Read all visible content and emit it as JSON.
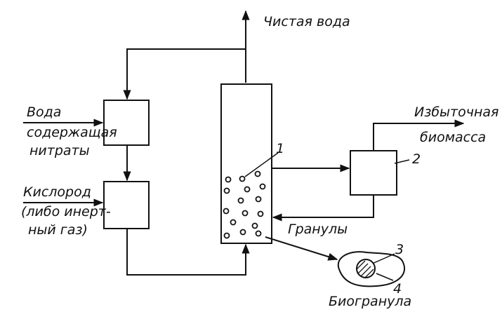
{
  "labels": {
    "clean_water": "Чистая вода",
    "water": "Вода",
    "water_line2": "содержащая",
    "water_line3": "нитраты",
    "oxygen": "Кислород",
    "oxygen_line2": "(либо инерт-",
    "oxygen_line3": "ный газ)",
    "excess_line1": "Избыточная",
    "excess_line2": "биомасса",
    "granules": "Гранулы",
    "biogranule": "Биогранула"
  },
  "numbers": {
    "reactor": "1",
    "separator": "2",
    "core": "3",
    "shell": "4"
  },
  "colors": {
    "ink": "#111111",
    "background": "#ffffff"
  }
}
